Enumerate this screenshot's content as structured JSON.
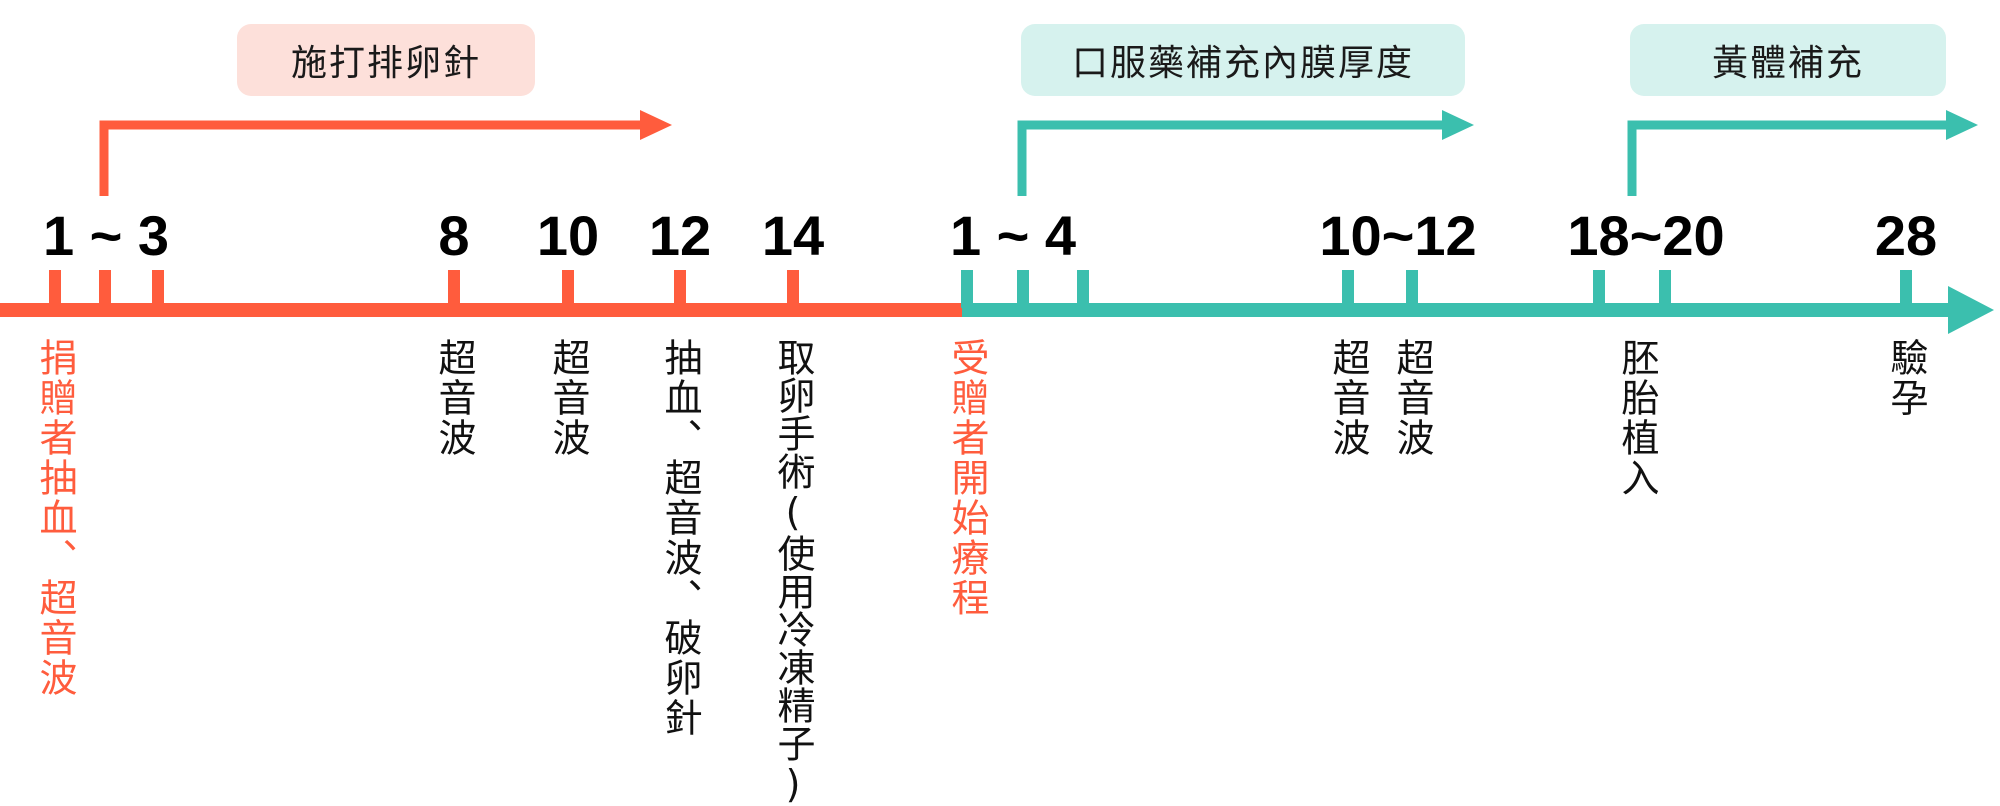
{
  "colors": {
    "donor": "#ff5c3d",
    "donor_pill": "#fde0da",
    "recipient": "#3bbfae",
    "recipient_pill": "#d6f2ee",
    "text": "#111111"
  },
  "phases": {
    "donor": {
      "pill": "施打排卵針",
      "start_label": "捐贈者抽血、超音波"
    },
    "recipient": {
      "pill_lining": "口服藥補充內膜厚度",
      "pill_progesterone": "黃體補充",
      "start_label": "受贈者開始療程"
    }
  },
  "day_labels": {
    "d1_3": "1 ~ 3",
    "d8": "8",
    "d10": "10",
    "d12": "12",
    "d14": "14",
    "r1_4": "1 ~ 4",
    "r10_12": "10~12",
    "r18_20": "18~20",
    "r28": "28"
  },
  "events": {
    "d8": "超音波",
    "d10": "超音波",
    "d12": "抽血、超音波、破卵針",
    "d14": "取卵手術(使用冷凍精子)",
    "r10": "超音波",
    "r12": "超音波",
    "r18": "胚胎植入",
    "r28": "驗孕"
  }
}
